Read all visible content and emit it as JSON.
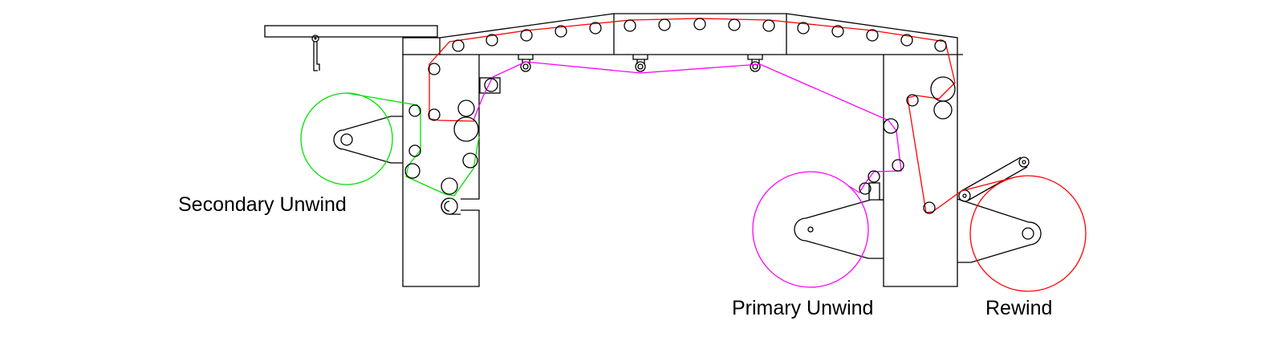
{
  "labels": {
    "secondary_unwind": "Secondary Unwind",
    "primary_unwind": "Primary Unwind",
    "rewind": "Rewind"
  },
  "colors": {
    "secondary_web": "#00e000",
    "primary_web": "#ff00ff",
    "laminated_web": "#ff0000",
    "frame": "#000000"
  }
}
